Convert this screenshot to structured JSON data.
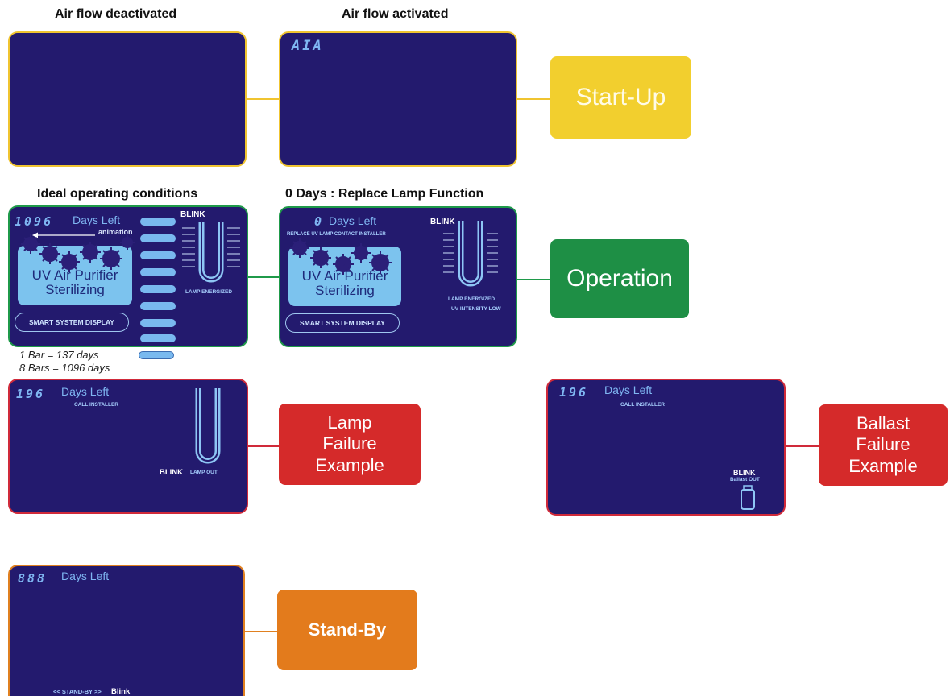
{
  "headings": {
    "air_off": "Air flow deactivated",
    "air_on": "Air flow activated",
    "ideal": "Ideal operating conditions",
    "replace": "0 Days : Replace Lamp Function"
  },
  "stage_labels": {
    "startup": "Start-Up",
    "operation": "Operation",
    "lamp_failure": "Lamp\nFailure\nExample",
    "ballast_failure": "Ballast\nFailure\nExample",
    "standby": "Stand-By"
  },
  "air_panel": {
    "digits": "AIA"
  },
  "ideal_panel": {
    "digits": "1096",
    "days_left": "Days Left",
    "animation": "animation",
    "blink": "BLINK",
    "uv_title": "UV Air Purifier",
    "uv_sub": "Sterilizing",
    "lamp_energized": "LAMP ENERGIZED",
    "smart": "SMART SYSTEM DISPLAY"
  },
  "replace_panel": {
    "digits": "0",
    "days_left": "Days Left",
    "replace_msg": "REPLACE UV LAMP CONTACT INSTALLER",
    "blink": "BLINK",
    "uv_title": "UV Air Purifier",
    "uv_sub": "Sterilizing",
    "lamp_energized": "LAMP ENERGIZED",
    "uv_low": "UV INTENSITY LOW",
    "smart": "SMART SYSTEM DISPLAY"
  },
  "legend": {
    "line1": "1 Bar = 137 days",
    "line2": "8 Bars = 1096 days"
  },
  "lamp_panel": {
    "digits": "196",
    "days_left": "Days Left",
    "call": "CALL INSTALLER",
    "blink": "BLINK",
    "lamp_out": "LAMP OUT"
  },
  "ballast_panel": {
    "digits": "196",
    "days_left": "Days Left",
    "call": "CALL INSTALLER",
    "blink": "BLINK",
    "ballast_out": "Ballast OUT"
  },
  "standby_panel": {
    "digits": "888",
    "days_left": "Days Left",
    "standby": "<< STAND-BY >>",
    "blink": "Blink"
  },
  "colors": {
    "panel_bg": "#231a6e",
    "yellow": "#f2cf2e",
    "green": "#1e8f45",
    "red": "#d52a2a",
    "orange": "#e37b1c",
    "lcd_blue": "#7cc3ee"
  }
}
